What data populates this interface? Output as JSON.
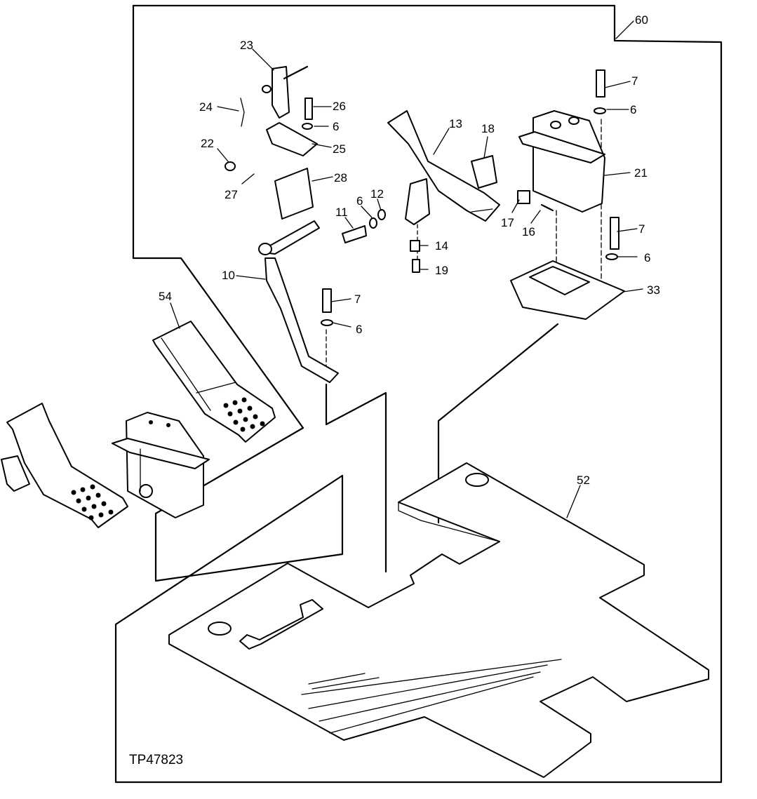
{
  "figure_id": "TP47823",
  "labels": {
    "l60": "60",
    "l23": "23",
    "l24": "24",
    "l26": "26",
    "l6a": "6",
    "l25": "25",
    "l22": "22",
    "l28": "28",
    "l27": "27",
    "l13": "13",
    "l18": "18",
    "l7a": "7",
    "l6b": "6",
    "l21": "21",
    "l12": "12",
    "l6c": "6",
    "l11": "11",
    "l17": "17",
    "l16": "16",
    "l7b": "7",
    "l6d": "6",
    "l14": "14",
    "l19": "19",
    "l10": "10",
    "l33": "33",
    "l7c": "7",
    "l6e": "6",
    "l54": "54",
    "l52": "52"
  }
}
